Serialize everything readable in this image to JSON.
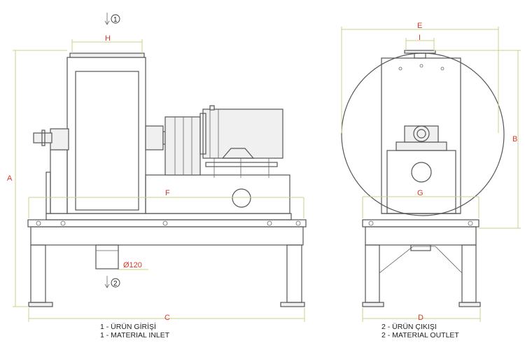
{
  "dimensions": {
    "A": "A",
    "B": "B",
    "C": "C",
    "D": "D",
    "E": "E",
    "F": "F",
    "G": "G",
    "H": "H",
    "I": "I",
    "diameter": "Ø120"
  },
  "markers": {
    "inlet": "1",
    "outlet": "2"
  },
  "legend": {
    "inlet_tr": "1 - ÜRÜN GİRİŞİ",
    "inlet_en": "1 - MATERIAL INLET",
    "outlet_tr": "2 - ÜRÜN ÇIKIŞI",
    "outlet_en": "2 - MATERIAL OUTLET"
  },
  "colors": {
    "line": "#555555",
    "dimension_line": "#c9d08a",
    "dimension_text": "#d43a2a"
  }
}
